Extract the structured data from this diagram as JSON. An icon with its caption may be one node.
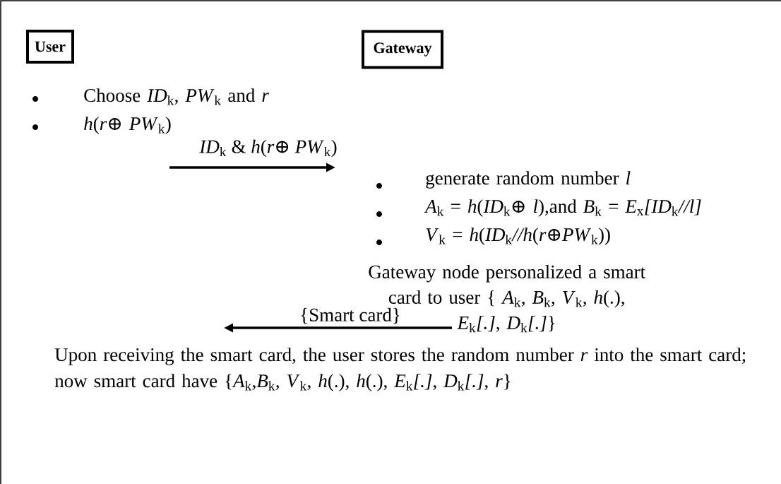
{
  "diagram": {
    "nodes": [
      {
        "text": [
          "User"
        ]
      },
      {
        "text": [
          "Gateway"
        ]
      },
      {
        "text": [
          "Choose *ID*$_{k}$, *PW*$_{k}$ and *r*",
          "*h*(*r⊕ PW*$_{k}$)"
        ]
      },
      {
        "text": [
          "generate random number *l*",
          "*A*$_{k}$ = *h*(*ID*$_{k}$*⊕ l*),and *B*$_{k}$ = *E*$_{x}$*[ID*$_{k}$*//l]*",
          "*V*$_{k}$ = *h*(*ID*$_{k}$*//h*(*r⊕PW*$_{k}$))",
          "Gateway node personalized a smart card to user { *A*$_{k}$, *B*$_{k}$, *V*$_{k}$, *h*(.), *E*$_{k}$*[.]*, *D*$_{k}$*[.]*}"
        ]
      },
      {
        "text": [
          "Upon receiving the smart card, the user stores the random number *r* into the smart card; now smart card have {*A*$_{k}$,*B*$_{k}$, *V*$_{k}$, *h*(.), *h*(.), *E*$_{k}$*[.]*, *D*$_{k}$*[.]*, *r*}"
        ]
      }
    ],
    "edges": [
      {
        "from": 2,
        "to": 3,
        "arrow": "to",
        "label": "*ID*$_{k}$ & *h*(*r⊕ PW*$_{k}$)"
      },
      {
        "from": 3,
        "to": 4,
        "arrow": "to",
        "label": "{Smart card}"
      }
    ]
  }
}
